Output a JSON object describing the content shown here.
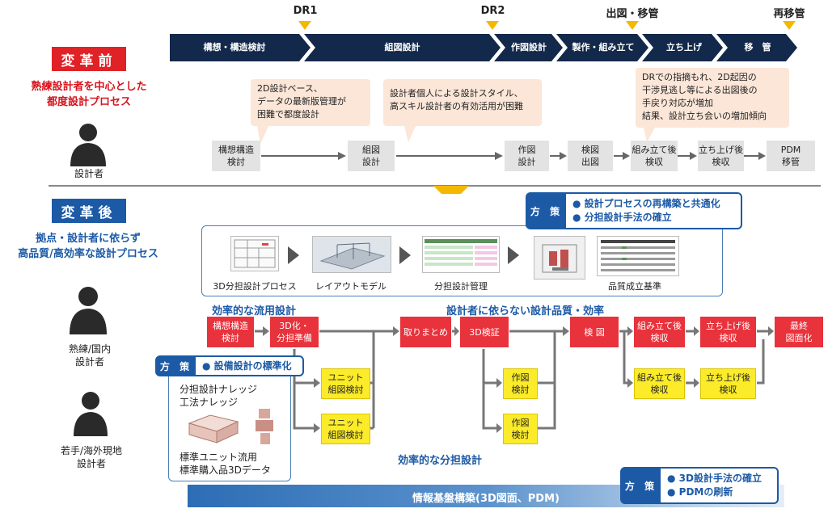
{
  "milestones": [
    "DR1",
    "DR2",
    "出図・移管",
    "再移管"
  ],
  "phases": [
    "構想・構造検討",
    "組図設計",
    "作図設計",
    "製作・組み立て",
    "立ち上げ",
    "移　管"
  ],
  "before": {
    "heading": "変革前",
    "subtitle": [
      "熟練設計者を中心とした",
      "都度設計プロセス"
    ],
    "person_label": "設計者",
    "notes": [
      [
        "2D設計ベース、",
        "データの最新版管理が",
        "困難で都度設計"
      ],
      [
        "設計者個人による設計スタイル、",
        "高スキル設計者の有効活用が困難"
      ],
      [
        "DRでの指摘もれ、2D起因の",
        "干渉見逃し等による出図後の",
        "手戻り対応が増加",
        "結果、設計立ち会いの増加傾向"
      ]
    ],
    "steps": [
      [
        "構想構造",
        "検討"
      ],
      [
        "組図",
        "設計"
      ],
      [
        "作図",
        "設計"
      ],
      [
        "検図",
        "出図"
      ],
      [
        "組み立て後",
        "検収"
      ],
      [
        "立ち上げ後",
        "検収"
      ],
      [
        "PDM",
        "移管"
      ]
    ]
  },
  "after": {
    "heading": "変革後",
    "subtitle": [
      "拠点・設計者に依らず",
      "高品質/高効率な設計プロセス"
    ],
    "person1": [
      "熟練/国内",
      "設計者"
    ],
    "person2": [
      "若手/海外現地",
      "設計者"
    ],
    "policy_top": {
      "tag": "方 策",
      "items": [
        "● 設計プロセスの再構築と共通化",
        "● 分担設計手法の確立"
      ]
    },
    "policy_left": {
      "tag": "方 策",
      "items": [
        "● 設備設計の標準化"
      ]
    },
    "policy_bottom": {
      "tag": "方 策",
      "items": [
        "● 3D設計手法の確立",
        "● PDMの刷新"
      ]
    },
    "tools": [
      "3D分担設計プロセス",
      "レイアウトモデル",
      "分担設計管理",
      "品質成立基準"
    ],
    "label_reuse": "効率的な流用設計",
    "label_quality": "設計者に依らない設計品質・効率",
    "label_split": "効率的な分担設計",
    "red": {
      "concept": [
        "構想構造",
        "検討"
      ],
      "3d": [
        "3D化・",
        "分担準備"
      ],
      "merge": [
        "取りまとめ"
      ],
      "verify": [
        "3D検証"
      ],
      "check": [
        "検 図"
      ],
      "assemble": [
        "組み立て後",
        "検収"
      ],
      "startup": [
        "立ち上げ後",
        "検収"
      ],
      "final": [
        "最終",
        "図面化"
      ]
    },
    "yellow": {
      "unit1": [
        "ユニット",
        "組図検討"
      ],
      "unit2": [
        "ユニット",
        "組図検討"
      ],
      "draw1": [
        "作図",
        "検討"
      ],
      "draw2": [
        "作図",
        "検討"
      ],
      "assemble2": [
        "組み立て後",
        "検収"
      ],
      "startup2": [
        "立ち上げ後",
        "検収"
      ]
    },
    "knowledge": [
      "分担設計ナレッジ",
      "工法ナレッジ"
    ],
    "standard": [
      "標準ユニット流用",
      "標準購入品3Dデータ"
    ],
    "infra": "情報基盤構築(3D図面、PDM)"
  },
  "colors": {
    "navy": "#13294b",
    "red": "#e02126",
    "blue": "#1c5aa6",
    "yellow": "#fbeb29",
    "marker": "#f4b800"
  }
}
